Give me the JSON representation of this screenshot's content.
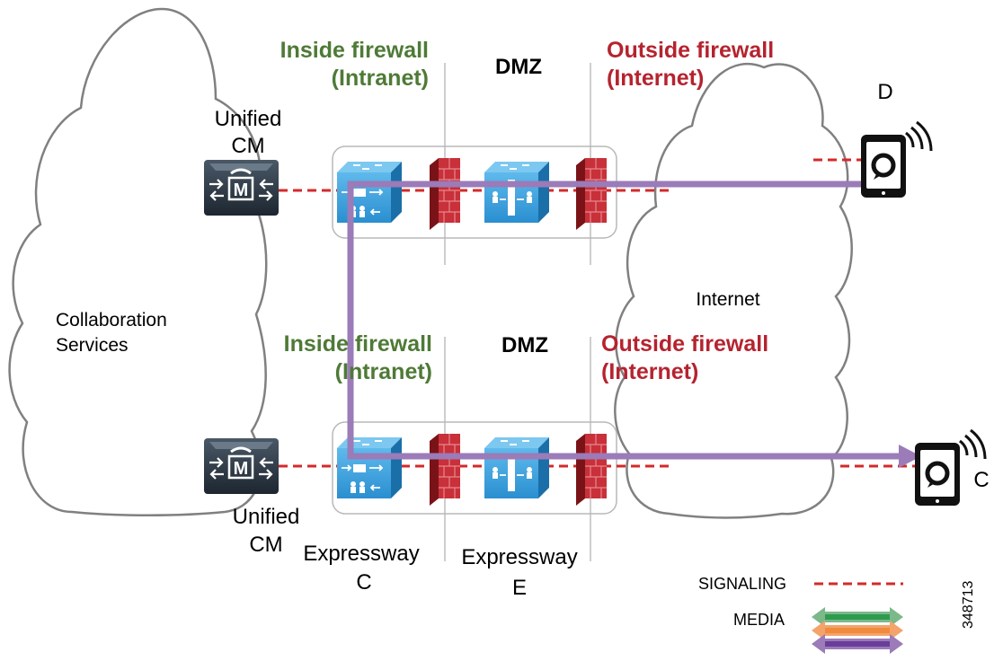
{
  "zones": {
    "top": {
      "inside_line1": "Inside firewall",
      "inside_line2": "(Intranet)",
      "dmz": "DMZ",
      "outside_line1": "Outside firewall",
      "outside_line2": "(Internet)"
    },
    "bottom": {
      "inside_line1": "Inside firewall",
      "inside_line2": "(Intranet)",
      "dmz": "DMZ",
      "outside_line1": "Outside firewall",
      "outside_line2": "(Internet)"
    }
  },
  "clouds": {
    "collab_line1": "Collaboration",
    "collab_line2": "Services",
    "internet": "Internet"
  },
  "nodes": {
    "ucm_top_line1": "Unified",
    "ucm_top_line2": "CM",
    "ucm_bottom_line1": "Unified",
    "ucm_bottom_line2": "CM",
    "expressway_c_line1": "Expressway",
    "expressway_c_line2": "C",
    "expressway_e_line1": "Expressway",
    "expressway_e_line2": "E",
    "endpoint_d": "D",
    "endpoint_c": "C"
  },
  "legend": {
    "signaling": "SIGNALING",
    "media": "MEDIA"
  },
  "figure_id": "348713",
  "colors": {
    "signaling": "#d42a2a",
    "media_path": "#9b7bb8",
    "inside": "#4e7a36",
    "outside": "#b5232f",
    "expressway_blue": "#2a8fd0",
    "firewall": "#b5232f",
    "media_green": "#2e9b4e",
    "media_orange": "#f08a3c",
    "media_purple": "#6a3d9a"
  }
}
